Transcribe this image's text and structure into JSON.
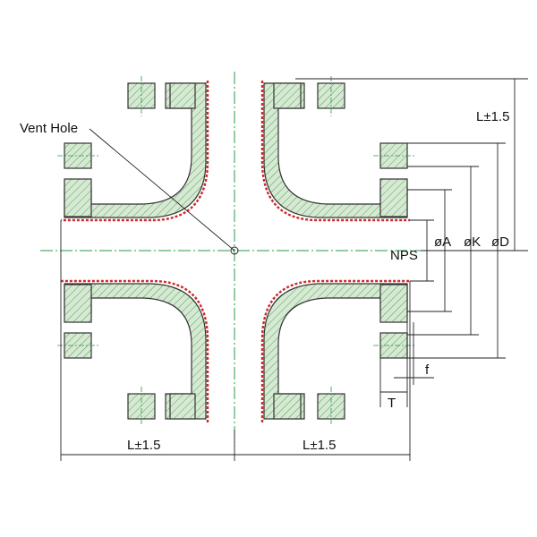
{
  "labels": {
    "vent_hole": "Vent Hole",
    "nps": "NPS",
    "dia_a": "øA",
    "dia_k": "øK",
    "dia_d": "øD",
    "length_left": "L±1.5",
    "length_right": "L±1.5",
    "length_top": "L±1.5",
    "thickness_t": "T",
    "face_f": "f"
  },
  "colors": {
    "flange_fill": "#d6ead3",
    "hatch_line": "#5a9a5a",
    "liner": "#cc2a2a",
    "centerline": "#2a9a4a",
    "outline": "#333333"
  }
}
